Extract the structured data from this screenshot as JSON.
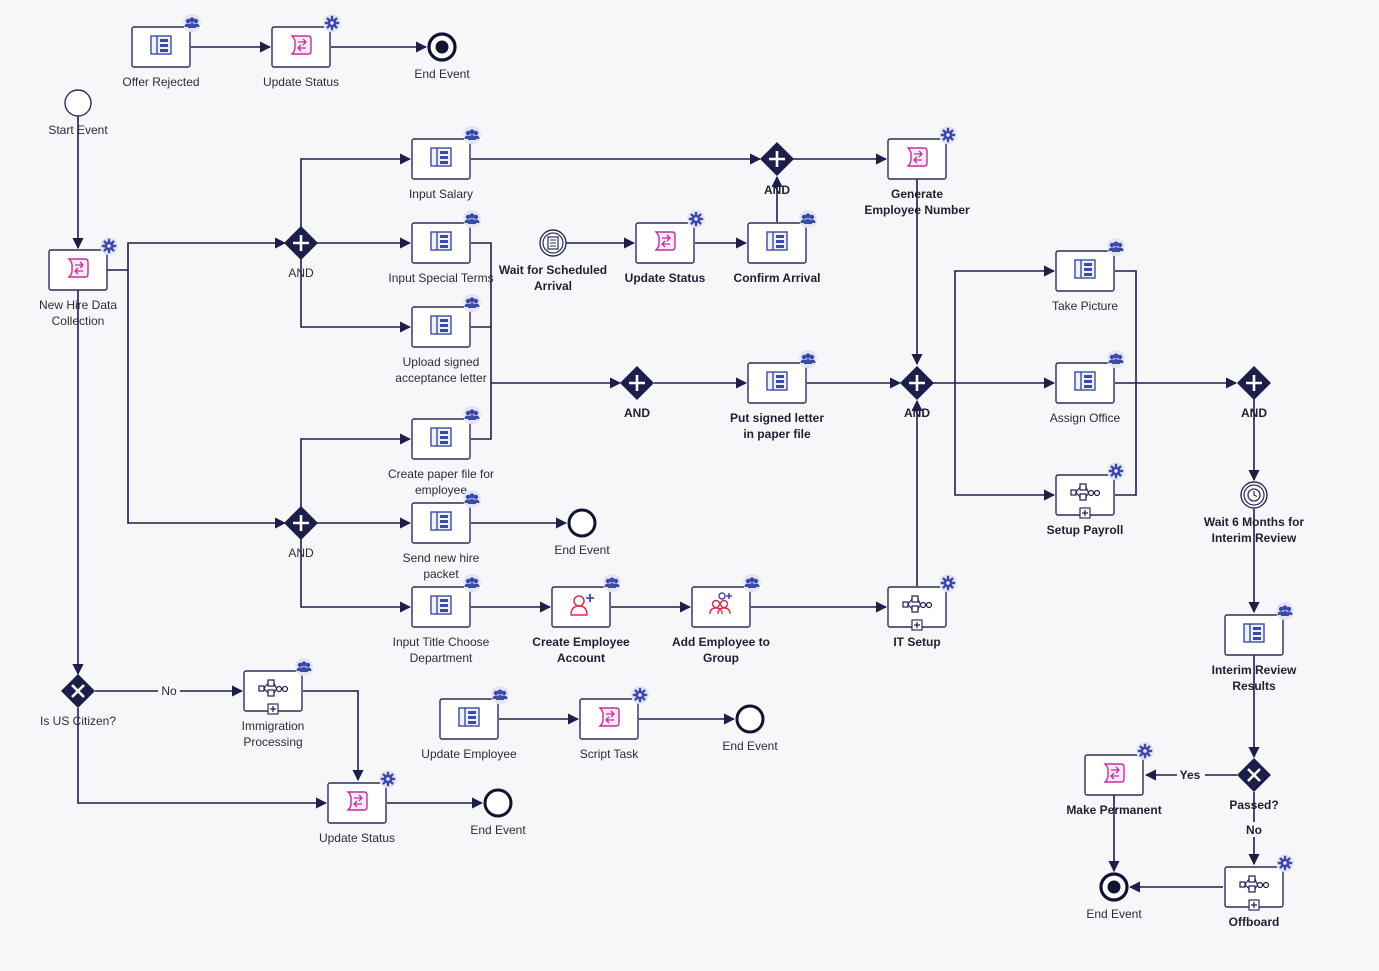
{
  "colors": {
    "line": "#1b1f4a",
    "task_border": "#2a2d5a",
    "user_icon": "#3b4aa8",
    "script_icon": "#c0309a",
    "account_icon": "#d2344b",
    "badge_bg": "#e3e5f5",
    "label": "#2b2b3d"
  },
  "nodes": {
    "offer_rejected": {
      "label": [
        "Offer Rejected"
      ]
    },
    "update_status_top": {
      "label": [
        "Update Status"
      ]
    },
    "end_top": {
      "label": [
        "End Event"
      ]
    },
    "start": {
      "label": [
        "Start Event"
      ]
    },
    "new_hire": {
      "label": [
        "New Hire Data",
        "Collection"
      ]
    },
    "and1": {
      "label": [
        "AND"
      ]
    },
    "input_salary": {
      "label": [
        "Input Salary"
      ]
    },
    "input_special": {
      "label": [
        "Input Special Terms"
      ]
    },
    "upload_signed": {
      "label": [
        "Upload signed",
        "acceptance letter"
      ]
    },
    "wait_sched": {
      "label": [
        "Wait for Scheduled",
        "Arrival"
      ]
    },
    "update_status_mid": {
      "label": [
        "Update Status"
      ]
    },
    "confirm_arrival": {
      "label": [
        "Confirm Arrival"
      ]
    },
    "and_top": {
      "label": [
        "AND"
      ]
    },
    "gen_emp": {
      "label": [
        "Generate",
        "Employee Number"
      ]
    },
    "and2": {
      "label": [
        "AND"
      ]
    },
    "create_paper": {
      "label": [
        "Create paper file for",
        "employee"
      ]
    },
    "send_packet": {
      "label": [
        "Send new hire",
        "packet"
      ]
    },
    "end_packet": {
      "label": [
        "End Event"
      ]
    },
    "input_title": {
      "label": [
        "Input Title Choose",
        "Department"
      ]
    },
    "create_account": {
      "label": [
        "Create Employee",
        "Account"
      ]
    },
    "add_group": {
      "label": [
        "Add Employee to",
        "Group"
      ]
    },
    "it_setup": {
      "label": [
        "IT Setup"
      ]
    },
    "and_mid": {
      "label": [
        "AND"
      ]
    },
    "put_letter": {
      "label": [
        "Put signed letter",
        "in paper file"
      ]
    },
    "and_center": {
      "label": [
        "AND"
      ]
    },
    "take_picture": {
      "label": [
        "Take Picture"
      ]
    },
    "assign_office": {
      "label": [
        "Assign Office"
      ]
    },
    "setup_payroll": {
      "label": [
        "Setup Payroll"
      ]
    },
    "and_right": {
      "label": [
        "AND"
      ]
    },
    "wait6": {
      "label": [
        "Wait 6 Months for",
        "Interim Review"
      ]
    },
    "interim": {
      "label": [
        "Interim Review",
        "Results"
      ]
    },
    "passed": {
      "label": [
        "Passed?"
      ]
    },
    "make_perm": {
      "label": [
        "Make Permanent"
      ]
    },
    "offboard": {
      "label": [
        "Offboard"
      ]
    },
    "end_br": {
      "label": [
        "End Event"
      ]
    },
    "us_citizen": {
      "label": [
        "Is US Citizen?"
      ]
    },
    "immigration": {
      "label": [
        "Immigration",
        "Processing"
      ]
    },
    "update_status_bottom": {
      "label": [
        "Update Status"
      ]
    },
    "end_bottom": {
      "label": [
        "End Event"
      ]
    },
    "update_employee": {
      "label": [
        "Update Employee"
      ]
    },
    "script_task": {
      "label": [
        "Script Task"
      ]
    },
    "end_script": {
      "label": [
        "End Event"
      ]
    }
  },
  "edge_labels": {
    "no_citizen": "No",
    "yes_passed": "Yes",
    "no_passed": "No"
  }
}
